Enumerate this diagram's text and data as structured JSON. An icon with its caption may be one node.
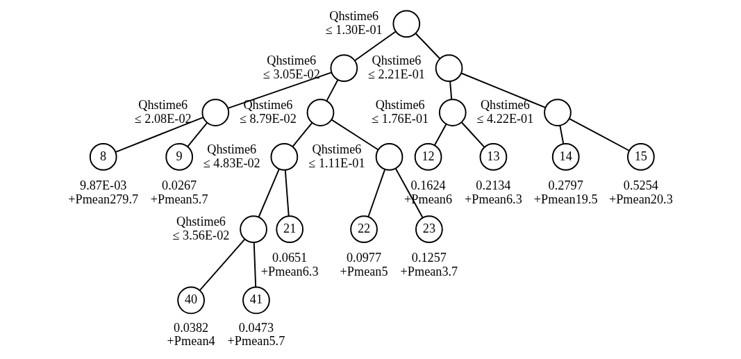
{
  "diagram": {
    "nodes": [
      {
        "text": [],
        "shape": "circle",
        "beside": [
          "Qhstime6 ≤ 1.30E-01"
        ]
      },
      {
        "text": [],
        "shape": "circle",
        "beside": [
          "Qhstime6 ≤ 3.05E-02"
        ]
      },
      {
        "text": [],
        "shape": "circle",
        "beside": [
          "Qhstime6 ≤ 2.21E-01"
        ]
      },
      {
        "text": [],
        "shape": "circle",
        "beside": [
          "Qhstime6 ≤ 2.08E-02"
        ]
      },
      {
        "text": [],
        "shape": "circle",
        "beside": [
          "Qhstime6 ≤ 8.79E-02"
        ]
      },
      {
        "text": [],
        "shape": "circle",
        "beside": [
          "Qhstime6 ≤ 1.76E-01"
        ]
      },
      {
        "text": [],
        "shape": "circle",
        "beside": [
          "Qhstime6 ≤ 4.22E-01"
        ]
      },
      {
        "text": [
          "8"
        ],
        "beside": [
          "9.87E-03 +Pmean279.7"
        ]
      },
      {
        "text": [
          "9"
        ],
        "beside": [
          "0.0267 +Pmean5.7"
        ]
      },
      {
        "text": [],
        "shape": "circle",
        "beside": [
          "Qhstime6 ≤ 4.83E-02"
        ]
      },
      {
        "text": [],
        "shape": "circle",
        "beside": [
          "Qhstime6 ≤ 1.11E-01"
        ]
      },
      {
        "text": [
          "12"
        ],
        "beside": [
          "0.1624 +Pmean6"
        ]
      },
      {
        "text": [
          "13"
        ],
        "beside": [
          "0.2134 +Pmean6.3"
        ]
      },
      {
        "text": [
          "14"
        ],
        "beside": [
          "0.2797 +Pmean19.5"
        ]
      },
      {
        "text": [
          "15"
        ],
        "beside": [
          "0.5254 +Pmean20.3"
        ]
      },
      {
        "text": [],
        "shape": "circle",
        "beside": [
          "Qhstime6 ≤ 3.56E-02"
        ]
      },
      {
        "text": [
          "21"
        ],
        "beside": [
          "0.0651 +Pmean6.3"
        ]
      },
      {
        "text": [
          "22"
        ],
        "beside": [
          "0.0977 +Pmean5"
        ]
      },
      {
        "text": [
          "23"
        ],
        "beside": [
          "0.1257 +Pmean3.7"
        ]
      },
      {
        "text": [
          "40"
        ],
        "beside": [
          "0.0382 +Pmean4"
        ]
      },
      {
        "text": [
          "41"
        ],
        "beside": [
          "0.0473 +Pmean5.7"
        ]
      }
    ],
    "edges": [
      {
        "from": 0,
        "to": 1,
        "arrow": "none"
      },
      {
        "from": 0,
        "to": 2,
        "arrow": "none"
      },
      {
        "from": 1,
        "to": 3,
        "arrow": "none"
      },
      {
        "from": 1,
        "to": 4,
        "arrow": "none"
      },
      {
        "from": 2,
        "to": 5,
        "arrow": "none"
      },
      {
        "from": 2,
        "to": 6,
        "arrow": "none"
      },
      {
        "from": 3,
        "to": 7,
        "arrow": "none"
      },
      {
        "from": 3,
        "to": 8,
        "arrow": "none"
      },
      {
        "from": 4,
        "to": 9,
        "arrow": "none"
      },
      {
        "from": 4,
        "to": 10,
        "arrow": "none"
      },
      {
        "from": 5,
        "to": 11,
        "arrow": "none"
      },
      {
        "from": 5,
        "to": 12,
        "arrow": "none"
      },
      {
        "from": 6,
        "to": 13,
        "arrow": "none"
      },
      {
        "from": 6,
        "to": 14,
        "arrow": "none"
      },
      {
        "from": 9,
        "to": 15,
        "arrow": "none"
      },
      {
        "from": 9,
        "to": 16,
        "arrow": "none"
      },
      {
        "from": 10,
        "to": 17,
        "arrow": "none"
      },
      {
        "from": 10,
        "to": 18,
        "arrow": "none"
      },
      {
        "from": 15,
        "to": 19,
        "arrow": "none"
      },
      {
        "from": 15,
        "to": 20,
        "arrow": "none"
      }
    ]
  }
}
